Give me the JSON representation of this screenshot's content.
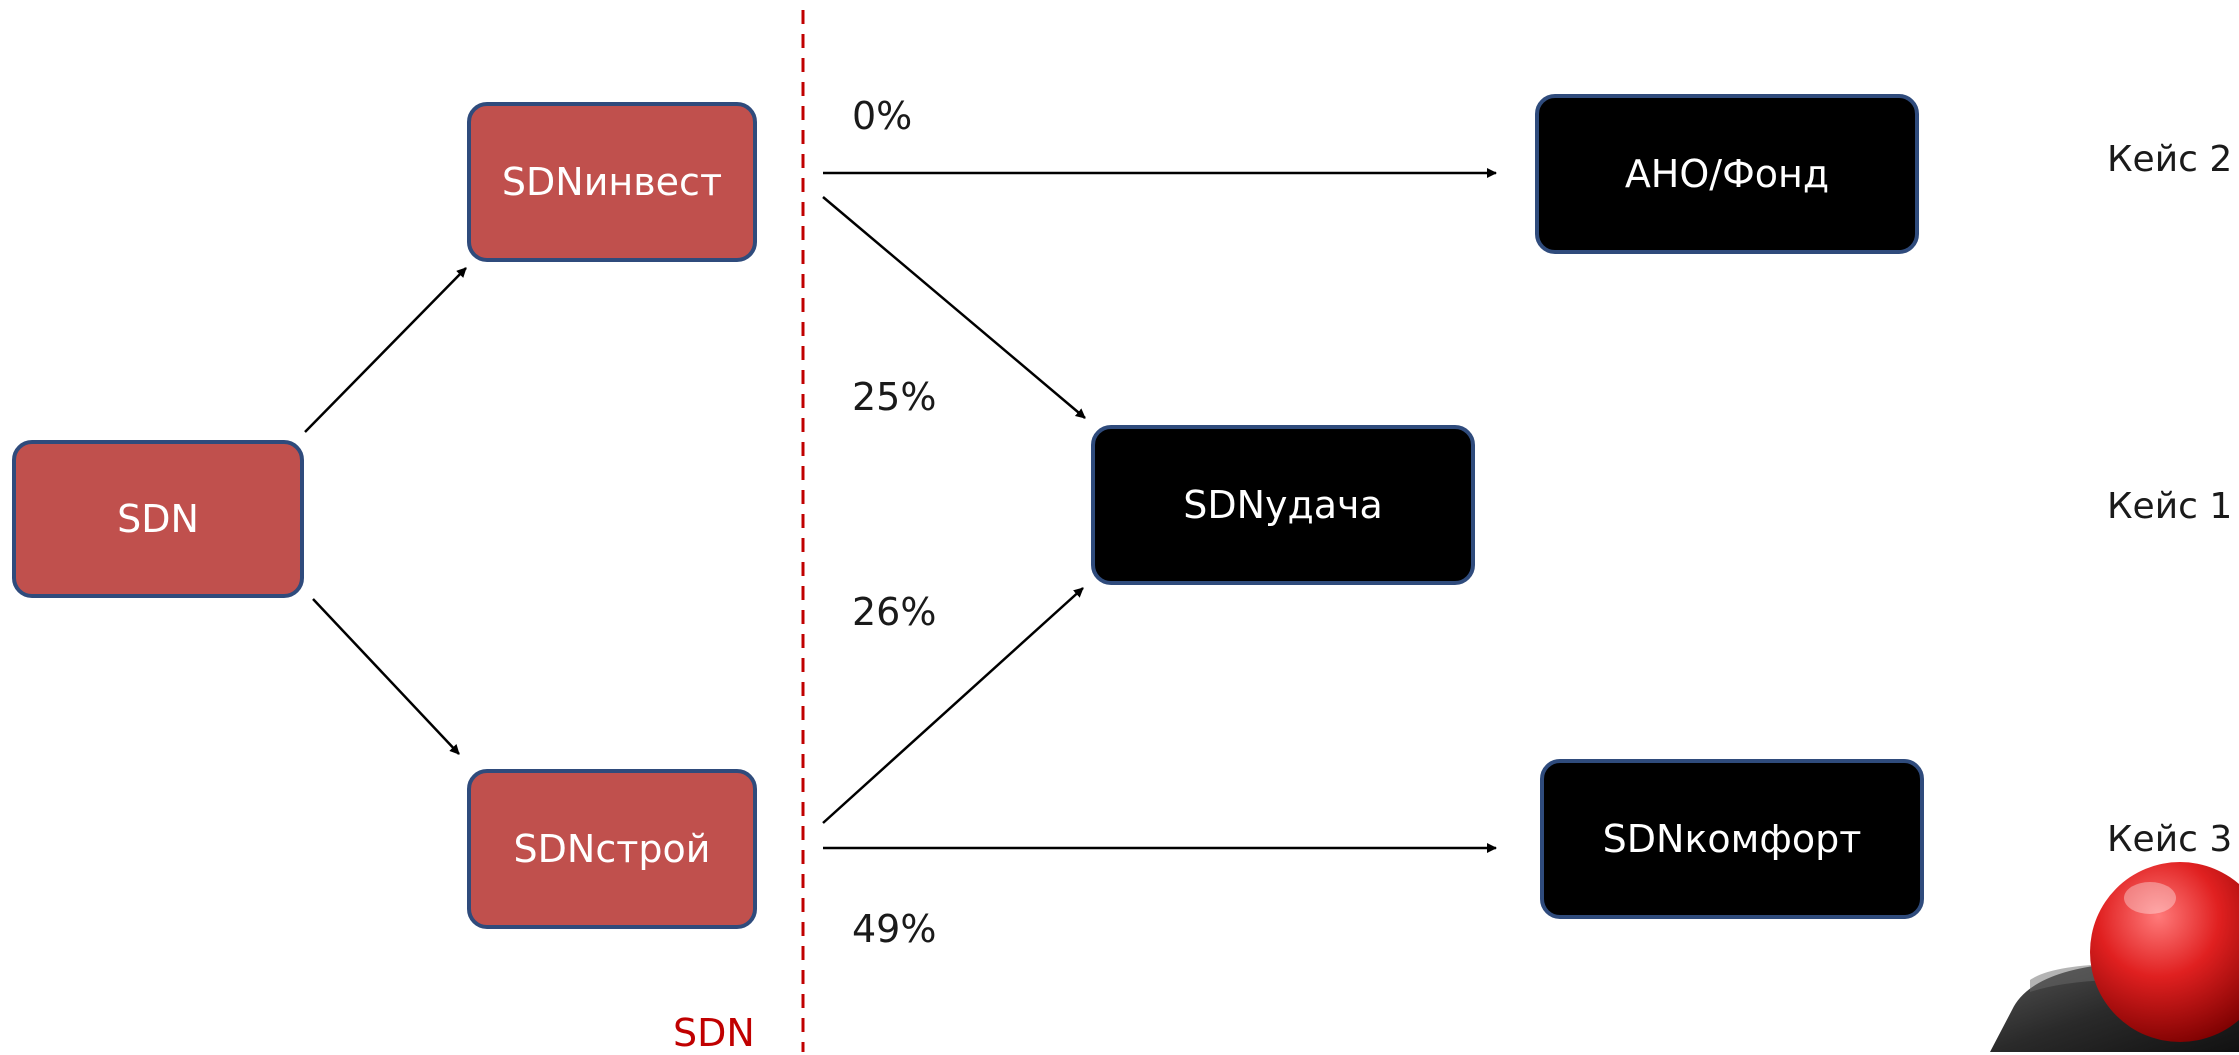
{
  "nodes": {
    "sdn": "SDN",
    "sdninvest": "SDNинвест",
    "sdnstroy": "SDNстрой",
    "sdnudacha": "SDNудача",
    "ano_fond": "АНО/Фонд",
    "sdnkomfort": "SDNкомфорт"
  },
  "percentages": {
    "invest_to_ano": "0%",
    "invest_to_udacha": "25%",
    "stroy_to_udacha": "26%",
    "stroy_to_komfort": "49%"
  },
  "cases": {
    "case2": "Кейс 2",
    "case1": "Кейс 1",
    "case3": "Кейс 3"
  },
  "boundary_label": "SDN",
  "colors": {
    "red_node": "#c0504d",
    "black_node": "#000000",
    "node_border": "#2f4b7c",
    "boundary_line": "#c00000"
  },
  "icons": {
    "decor": "joystick-ball-icon"
  }
}
